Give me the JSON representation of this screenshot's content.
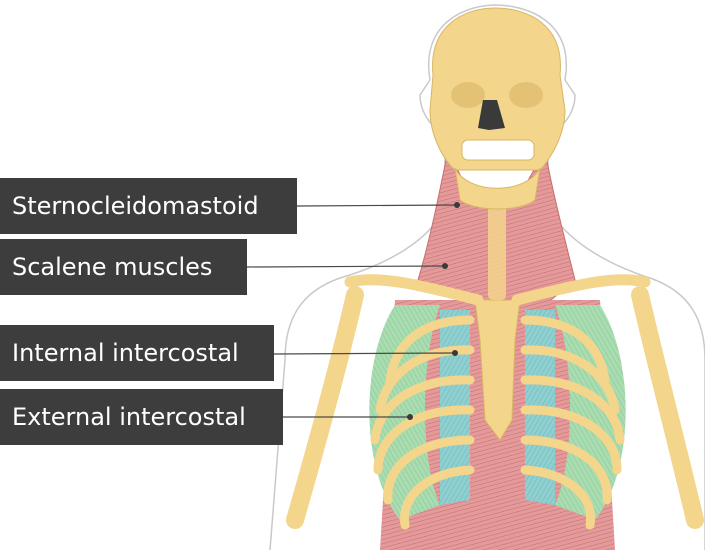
{
  "diagram": {
    "labels": [
      {
        "id": "sternocleidomastoid",
        "text": "Sternocleidomastoid"
      },
      {
        "id": "scalene",
        "text": "Scalene muscles"
      },
      {
        "id": "internal-intercostal",
        "text": "Internal intercostal"
      },
      {
        "id": "external-intercostal",
        "text": "External intercostal"
      }
    ]
  },
  "colors": {
    "bone": "#f3d58c",
    "bone_outline": "#d9b566",
    "muscle": "#e49a9a",
    "muscle_stripe": "#c76e6e",
    "external_intercostal": "#a9dcb0",
    "internal_intercostal": "#8fcfd0",
    "label_bg": "#3d3d3d",
    "label_text": "#ffffff",
    "leader_line": "#4a4a4a",
    "outline": "#c9c9c9"
  }
}
